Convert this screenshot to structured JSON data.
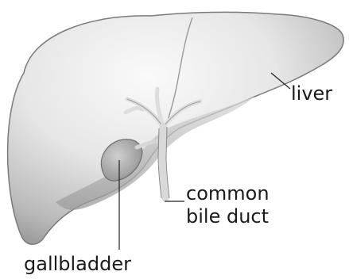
{
  "labels": {
    "liver": "liver",
    "common_bile_duct_line1": "common",
    "common_bile_duct_line2": "bile duct",
    "gallbladder": "gallbladder"
  },
  "colors": {
    "liver_light": "#f2f2f2",
    "liver_mid": "#c9c9c9",
    "liver_dark": "#8a8a8a",
    "outline": "#6e6e6e",
    "gallbladder": "#b9b9b9",
    "duct": "#dcdcdc"
  }
}
